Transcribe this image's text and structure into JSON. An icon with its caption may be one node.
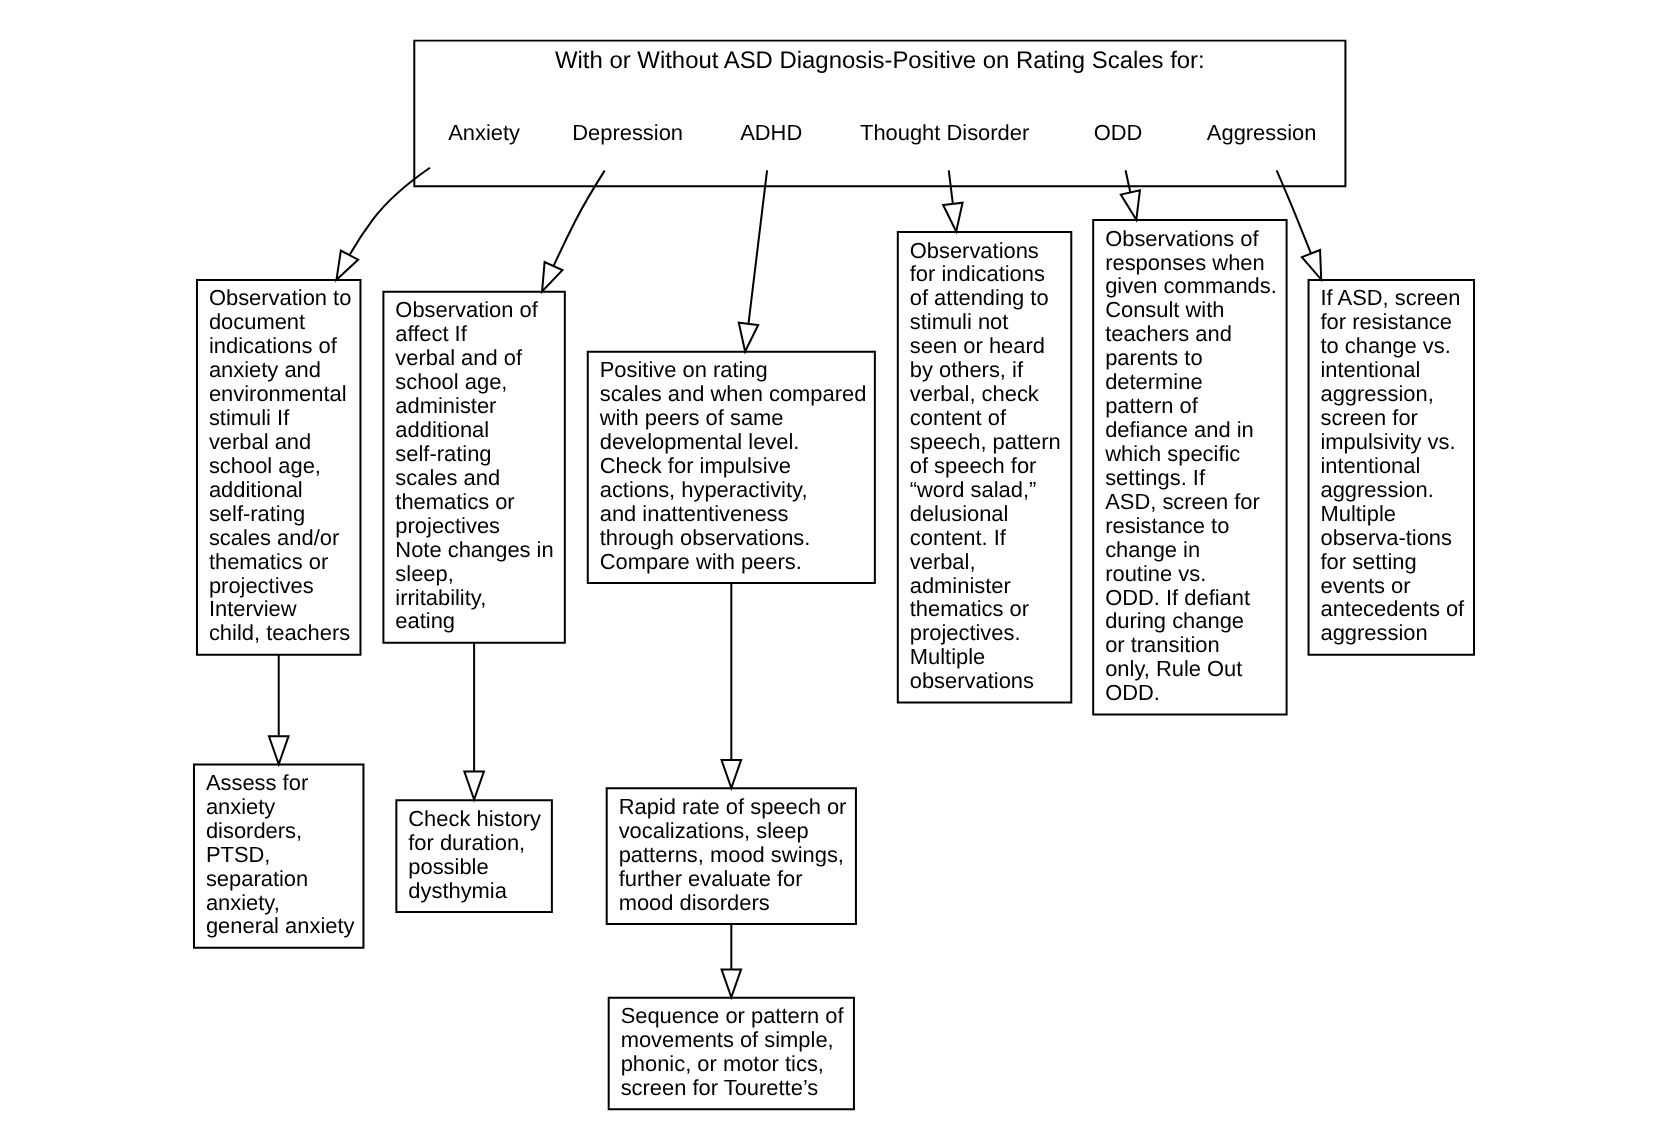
{
  "diagram": {
    "nodes": [
      {
        "text": [
          "With or Without ASD Diagnosis-Positive on Rating Scales for:"
        ]
      },
      {
        "text": [
          "Anxiety"
        ],
        "in": 0
      },
      {
        "text": [
          "Depression"
        ],
        "in": 0
      },
      {
        "text": [
          "ADHD"
        ],
        "in": 0
      },
      {
        "text": [
          "Thought Disorder"
        ],
        "in": 0
      },
      {
        "text": [
          "ODD"
        ],
        "in": 0
      },
      {
        "text": [
          "Aggression"
        ],
        "in": 0
      },
      {
        "text": [
          "Observation to document indications of anxiety and environmental stimuli If verbal and school age, additional self-rating scales and/or thematics or projectives Interview child, teachers"
        ]
      },
      {
        "text": [
          "Observation of affect If verbal and of school age, administer additional self-rating scales and thematics or projectives Note changes in sleep, irritability, eating"
        ]
      },
      {
        "text": [
          "Positive on rating scales and when compared with peers of same developmental level. Check for impulsive actions, hyperactivity, and inattentiveness through observations. Compare with peers."
        ]
      },
      {
        "text": [
          "Observations for indications of attending to stimuli not seen or heard by others, if verbal, check content of speech, pattern of speech for “word salad,” delusional content. If verbal, administer thematics or projectives. Multiple observations"
        ]
      },
      {
        "text": [
          "Observations of responses when given commands. Consult with teachers and parents to determine pattern of defiance and in which specific settings. If ASD, screen for resistance to change in routine vs. ODD. If defiant during change or transition only, Rule Out ODD."
        ]
      },
      {
        "text": [
          "If ASD, screen for resistance to change vs. intentional aggression, screen for impulsivity vs. intentional aggression. Multiple observa-tions for setting events or antecedents of aggression"
        ]
      },
      {
        "text": [
          "Assess for anxiety disorders, PTSD, separation anxiety, general anxiety"
        ]
      },
      {
        "text": [
          "Check history for duration, possible dysthymia"
        ]
      },
      {
        "text": [
          "Rapid rate of speech or vocalizations, sleep patterns, mood swings, further evaluate for mood disorders"
        ]
      },
      {
        "text": [
          "Sequence or pattern of movements of simple, phonic, or motor tics, screen for Tourette’s"
        ]
      }
    ],
    "edges": [
      {
        "from": 1,
        "to": 7,
        "arrow": "to"
      },
      {
        "from": 2,
        "to": 8,
        "arrow": "to"
      },
      {
        "from": 3,
        "to": 9,
        "arrow": "to"
      },
      {
        "from": 4,
        "to": 10,
        "arrow": "to"
      },
      {
        "from": 5,
        "to": 11,
        "arrow": "to"
      },
      {
        "from": 6,
        "to": 12,
        "arrow": "to"
      },
      {
        "from": 7,
        "to": 13,
        "arrow": "to"
      },
      {
        "from": 8,
        "to": 14,
        "arrow": "to"
      },
      {
        "from": 9,
        "to": 15,
        "arrow": "to"
      },
      {
        "from": 15,
        "to": 16,
        "arrow": "to"
      }
    ]
  }
}
